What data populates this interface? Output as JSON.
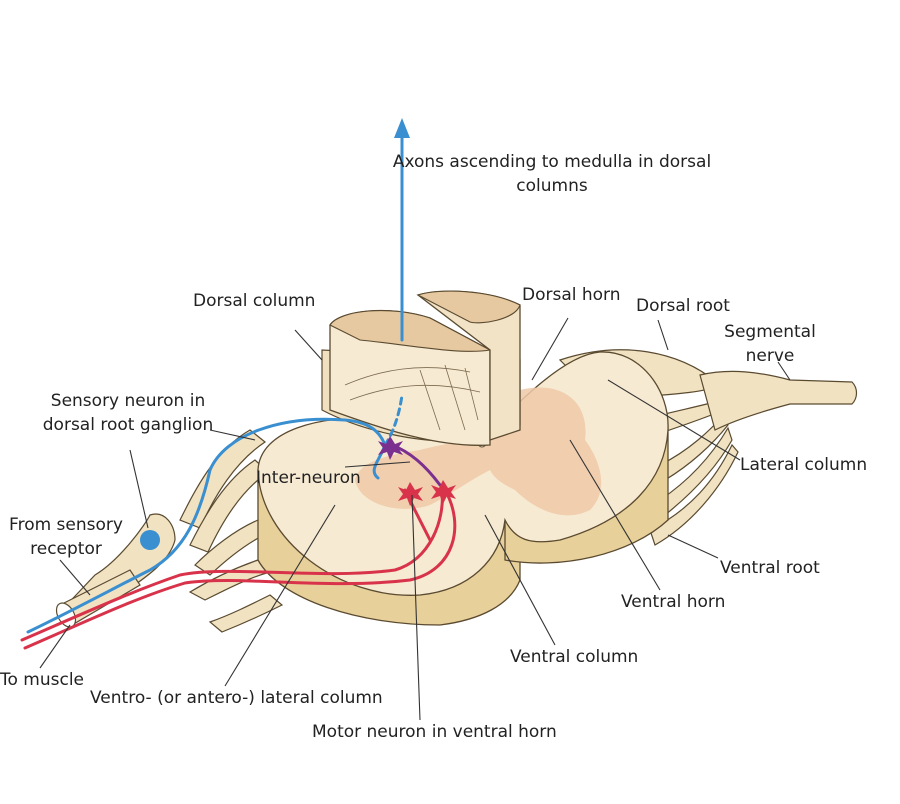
{
  "labels": {
    "axons_ascending": [
      "Axons ascending to medulla in dorsal",
      "columns"
    ],
    "dorsal_column": "Dorsal column",
    "dorsal_horn": "Dorsal horn",
    "dorsal_root": "Dorsal root",
    "segmental_nerve": [
      "Segmental",
      "nerve"
    ],
    "sensory_neuron": [
      "Sensory neuron in",
      "dorsal root ganglion"
    ],
    "inter_neuron": "Inter-neuron",
    "lateral_column": "Lateral column",
    "from_sensory_receptor": [
      "From sensory",
      "receptor"
    ],
    "ventral_root": "Ventral root",
    "ventral_horn": "Ventral horn",
    "ventral_column": "Ventral column",
    "to_muscle": "To muscle",
    "ventrolateral_column": "Ventro- (or antero-) lateral column",
    "motor_neuron": "Motor neuron in ventral horn"
  },
  "colors": {
    "sensory_pathway": "#3a8fd0",
    "motor_pathway": "#d8334a",
    "interneuron": "#7b2f8e",
    "white_matter": "#f6ead2",
    "grey_matter": "#efc9a8",
    "tissue_side": "#e8d09a",
    "nerve_roots": "#f1e2c2"
  }
}
